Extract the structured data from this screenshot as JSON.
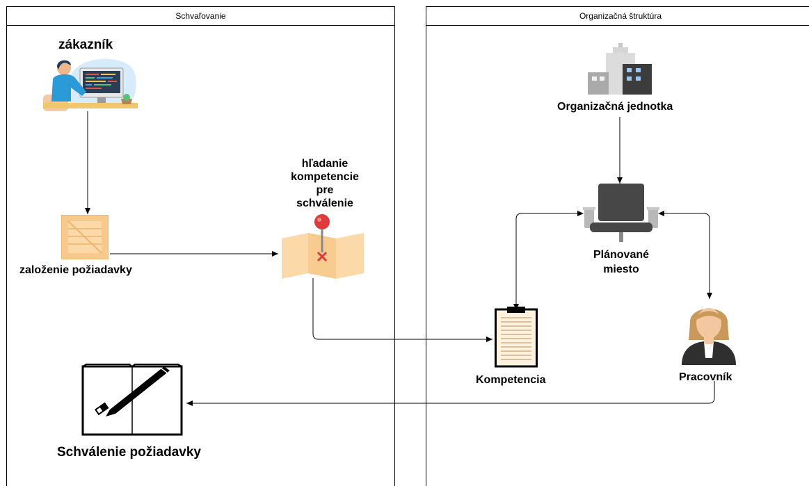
{
  "lanes": {
    "left_title": "Schvaľovanie",
    "right_title": "Organizačná štruktúra"
  },
  "nodes": {
    "customer": "zákazník",
    "create_request": "založenie požiadavky",
    "search_line1": "hľadanie",
    "search_line2": "kompetencie",
    "search_line3": "pre",
    "search_line4": "schválenie",
    "approval": "Schválenie požiadavky",
    "org_unit": "Organizačná jednotka",
    "position_line1": "Plánované",
    "position_line2": "miesto",
    "competence": "Kompetencia",
    "worker": "Pracovník"
  },
  "colors": {
    "line": "#000000",
    "box_orange": "#fbd9a8",
    "box_stroke": "#f0b46c",
    "pin_red": "#e03a3a",
    "chair": "#4a4a4a",
    "chair_light": "#b8b8b8",
    "person_blue": "#2a9ad8",
    "screen_blue": "#3ca3e0"
  },
  "icons": [
    "developer-at-desk-icon",
    "wooden-crate-icon",
    "map-pin-icon",
    "open-book-pen-icon",
    "office-buildings-icon",
    "office-chair-icon",
    "clipboard-document-icon",
    "woman-worker-icon"
  ]
}
